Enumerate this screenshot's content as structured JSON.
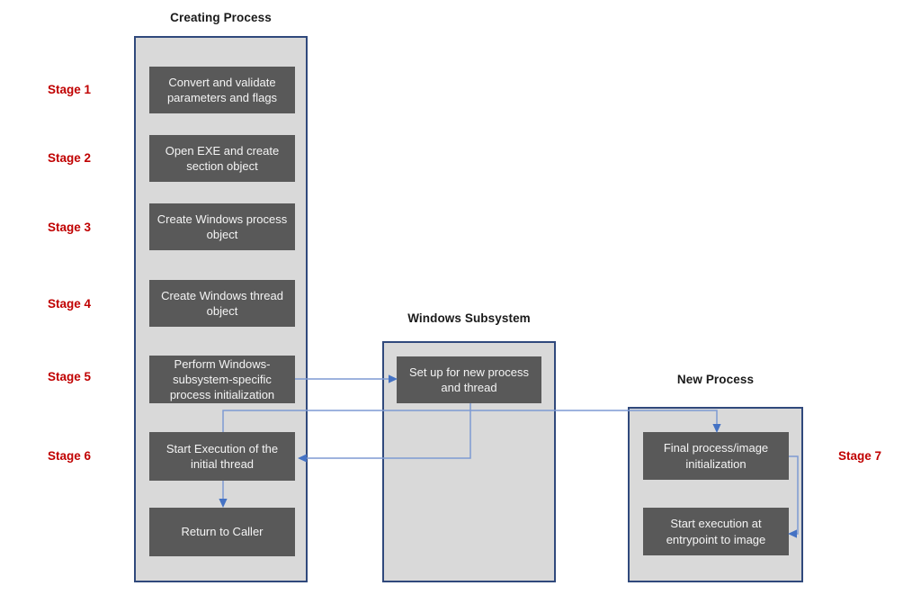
{
  "columns": {
    "creating": {
      "title": "Creating Process",
      "boxes": [
        "Convert and validate parameters and flags",
        "Open EXE and create section object",
        "Create Windows process object",
        "Create Windows thread object",
        "Perform Windows-subsystem-specific process initialization",
        "Start Execution of the initial thread",
        "Return to Caller"
      ]
    },
    "subsystem": {
      "title": "Windows Subsystem",
      "boxes": [
        "Set up for new process and thread"
      ]
    },
    "new_process": {
      "title": "New Process",
      "boxes": [
        "Final process/image initialization",
        "Start execution at entrypoint to image"
      ]
    }
  },
  "stage_labels": [
    "Stage 1",
    "Stage 2",
    "Stage 3",
    "Stage 4",
    "Stage 5",
    "Stage 6",
    "Stage 7"
  ],
  "connections": [
    {
      "from": "Perform Windows-subsystem-specific process initialization",
      "to": "Set up for new process and thread"
    },
    {
      "from": "Set up for new process and thread",
      "to": "Start Execution of the initial thread"
    },
    {
      "from": "Start Execution of the initial thread",
      "to": "Final process/image initialization"
    },
    {
      "from": "Start Execution of the initial thread",
      "to": "Return to Caller"
    },
    {
      "from": "Final process/image initialization",
      "to": "Start execution at entrypoint to image"
    }
  ],
  "colors": {
    "container_fill": "#d9d9d9",
    "container_border": "#30497c",
    "box_fill": "#595959",
    "box_text": "#f4f4f4",
    "stage_red": "#c00000",
    "title_black": "#1a1a1a",
    "arrow_line": "#7e9ad3",
    "arrow_head": "#4472c4"
  }
}
